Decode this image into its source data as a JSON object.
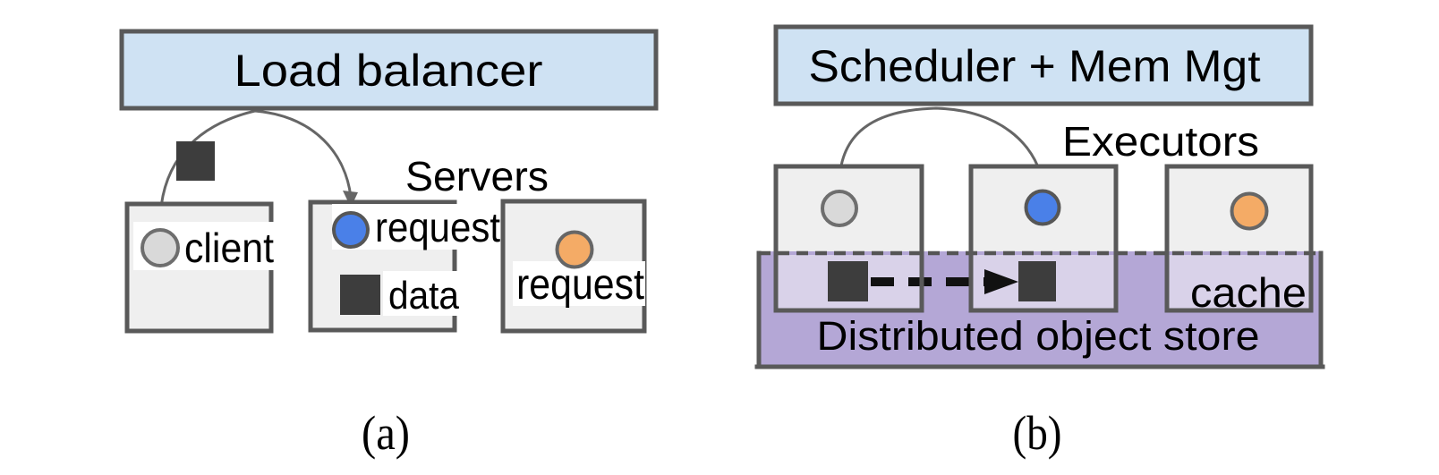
{
  "colors": {
    "header-fill": "#cfe2f3",
    "box-fill": "#efefef",
    "box-border": "#595959",
    "client-dot": "#d9d9d9",
    "request-dot": "#4a80e8",
    "cache-dot": "#f4ab66",
    "data-square": "#3d3d3d",
    "store-fill": "#b4a7d6",
    "store-inner-fill": "#d9d2e9",
    "arrow": "#666666"
  },
  "diagram_a": {
    "caption": "(a)",
    "load_balancer_label": "Load balancer",
    "servers_label": "Servers",
    "client_label": "client",
    "server1_request_label": "request",
    "server1_data_label": "data",
    "server2_request_label": "request"
  },
  "diagram_b": {
    "caption": "(b)",
    "scheduler_label": "Scheduler + Mem Mgt",
    "executors_label": "Executors",
    "cache_label": "cache",
    "store_label": "Distributed object store"
  }
}
